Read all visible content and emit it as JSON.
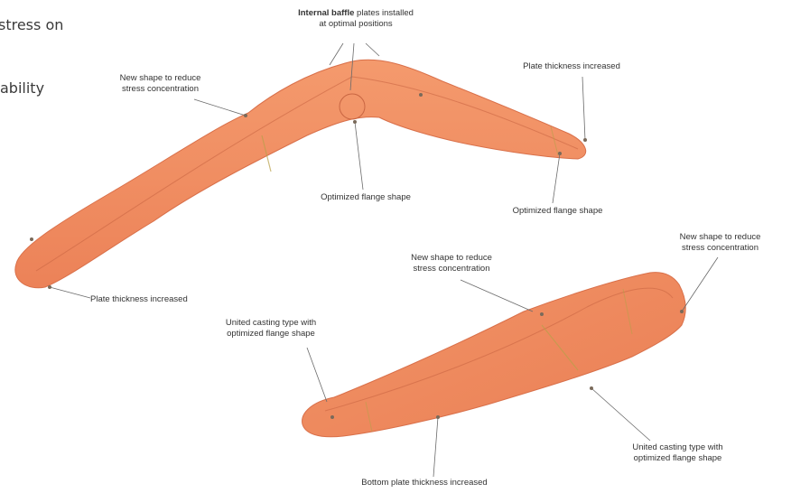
{
  "intro_text": {
    "line1": "stress on",
    "line2": "ability"
  },
  "colors": {
    "part_fill": "#f08a5d",
    "part_shade": "#d9704a",
    "leader": "#6a6a6a"
  },
  "upper_part": {
    "labels": {
      "baffle_bold": "Internal baffle",
      "baffle_rest": " plates installed",
      "baffle_line2": "at optimal positions",
      "new_shape_line1": "New shape to reduce",
      "new_shape_line2": "stress concentration",
      "plate_thickness_right": "Plate thickness increased",
      "flange_center": "Optimized flange shape",
      "flange_right": "Optimized flange shape",
      "plate_thickness_left": "Plate thickness increased"
    }
  },
  "lower_part": {
    "labels": {
      "new_shape_center_line1": "New shape to reduce",
      "new_shape_center_line2": "stress concentration",
      "new_shape_right_line1": "New shape to reduce",
      "new_shape_right_line2": "stress concentration",
      "united_left_line1": "United casting type with",
      "united_left_line2": "optimized flange shape",
      "united_right_line1": "United casting type with",
      "united_right_line2": "optimized flange shape",
      "bottom_plate": "Bottom plate thickness increased"
    }
  }
}
